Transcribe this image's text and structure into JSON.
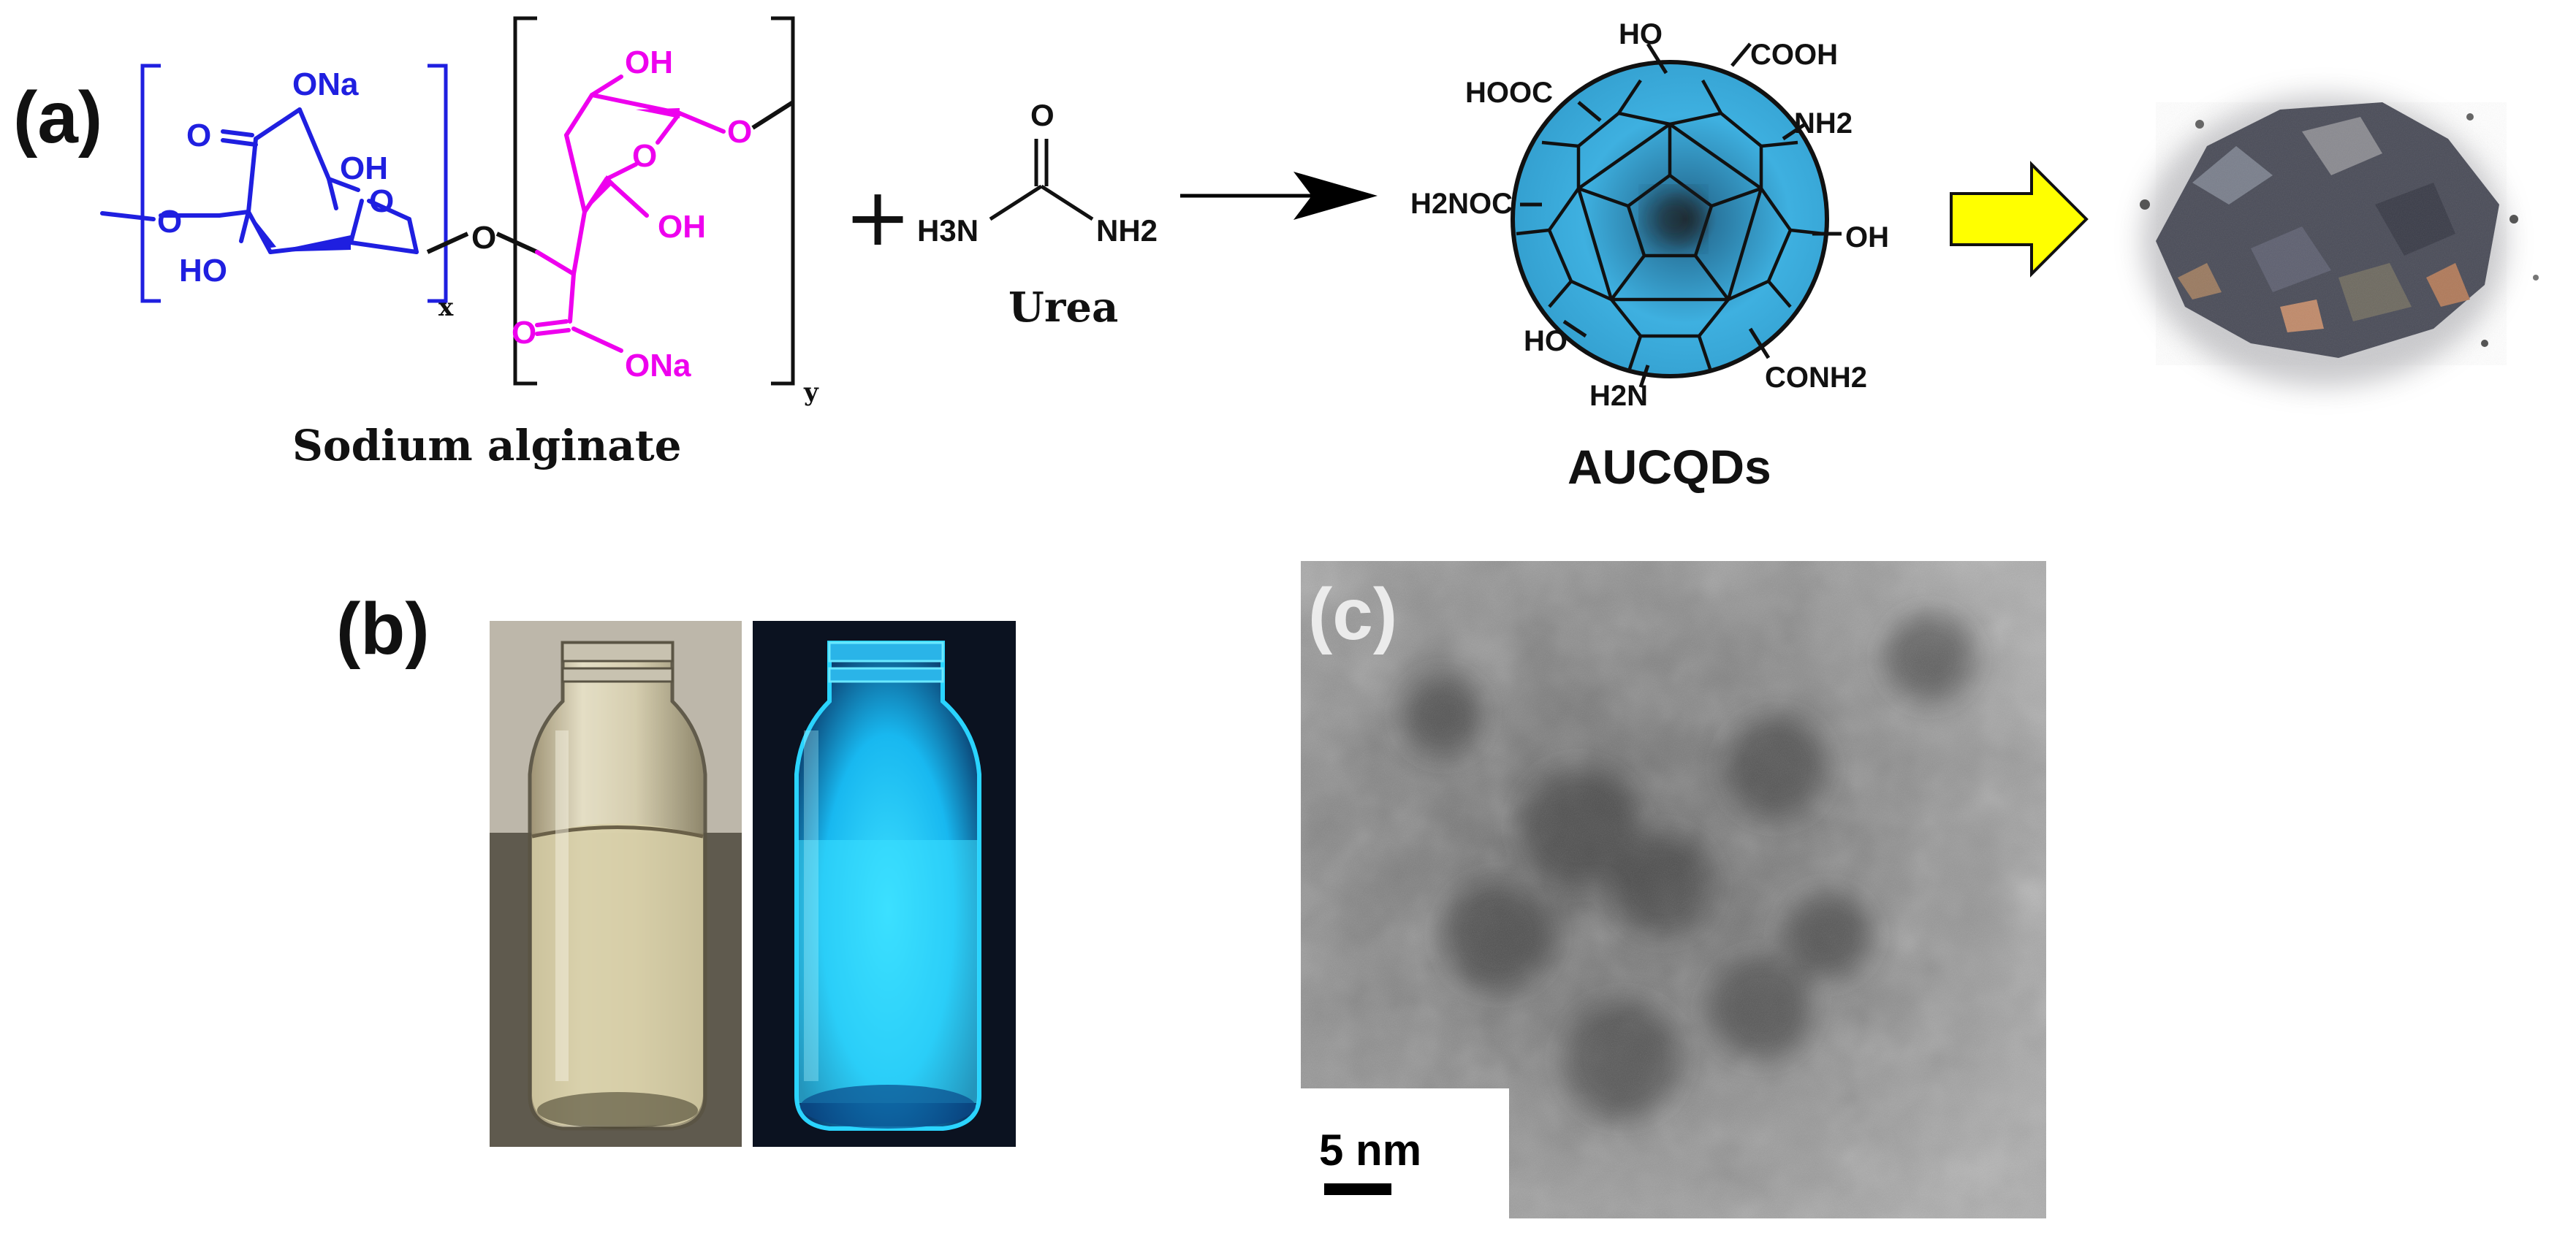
{
  "panels": {
    "a_label": "(a)",
    "b_label": "(b)",
    "c_label": "(c)"
  },
  "colors": {
    "guluronate": "#1f1fe0",
    "mannuronate": "#ee00ee",
    "quantum_dot": "#34a8d8",
    "arrow_fill": "#ffff00",
    "uv_glow": "#1ec8ff",
    "text": "#111111"
  },
  "alginate": {
    "name": "Sodium alginate",
    "subscript_x": "x",
    "subscript_y": "y",
    "unit1": {
      "ONa": "ONa",
      "O_carbonyl": "O",
      "OH_top": "OH",
      "O_ring": "O",
      "O_left": "O",
      "HO_bottom": "HO"
    },
    "bridge_O": "O",
    "unit2": {
      "OH_top": "OH",
      "O_right": "O",
      "O_ring": "O",
      "OH_mid": "OH",
      "O_carbonyl": "O",
      "ONa": "ONa"
    }
  },
  "plus": "+",
  "urea": {
    "name": "Urea",
    "O": "O",
    "H3N": "H3N",
    "NH2": "NH2"
  },
  "qd": {
    "name": "AUCQDs",
    "groups": {
      "HO_top": "HO",
      "COOH": "COOH",
      "HOOC": "HOOC",
      "NH2_right": "NH2",
      "H2NOC": "H2NOC",
      "OH_right": "OH",
      "HO_bottom": "HO",
      "H2N_bottom": "H2N",
      "CONH2": "CONH2"
    }
  },
  "tem": {
    "scalebar": "5 nm"
  }
}
